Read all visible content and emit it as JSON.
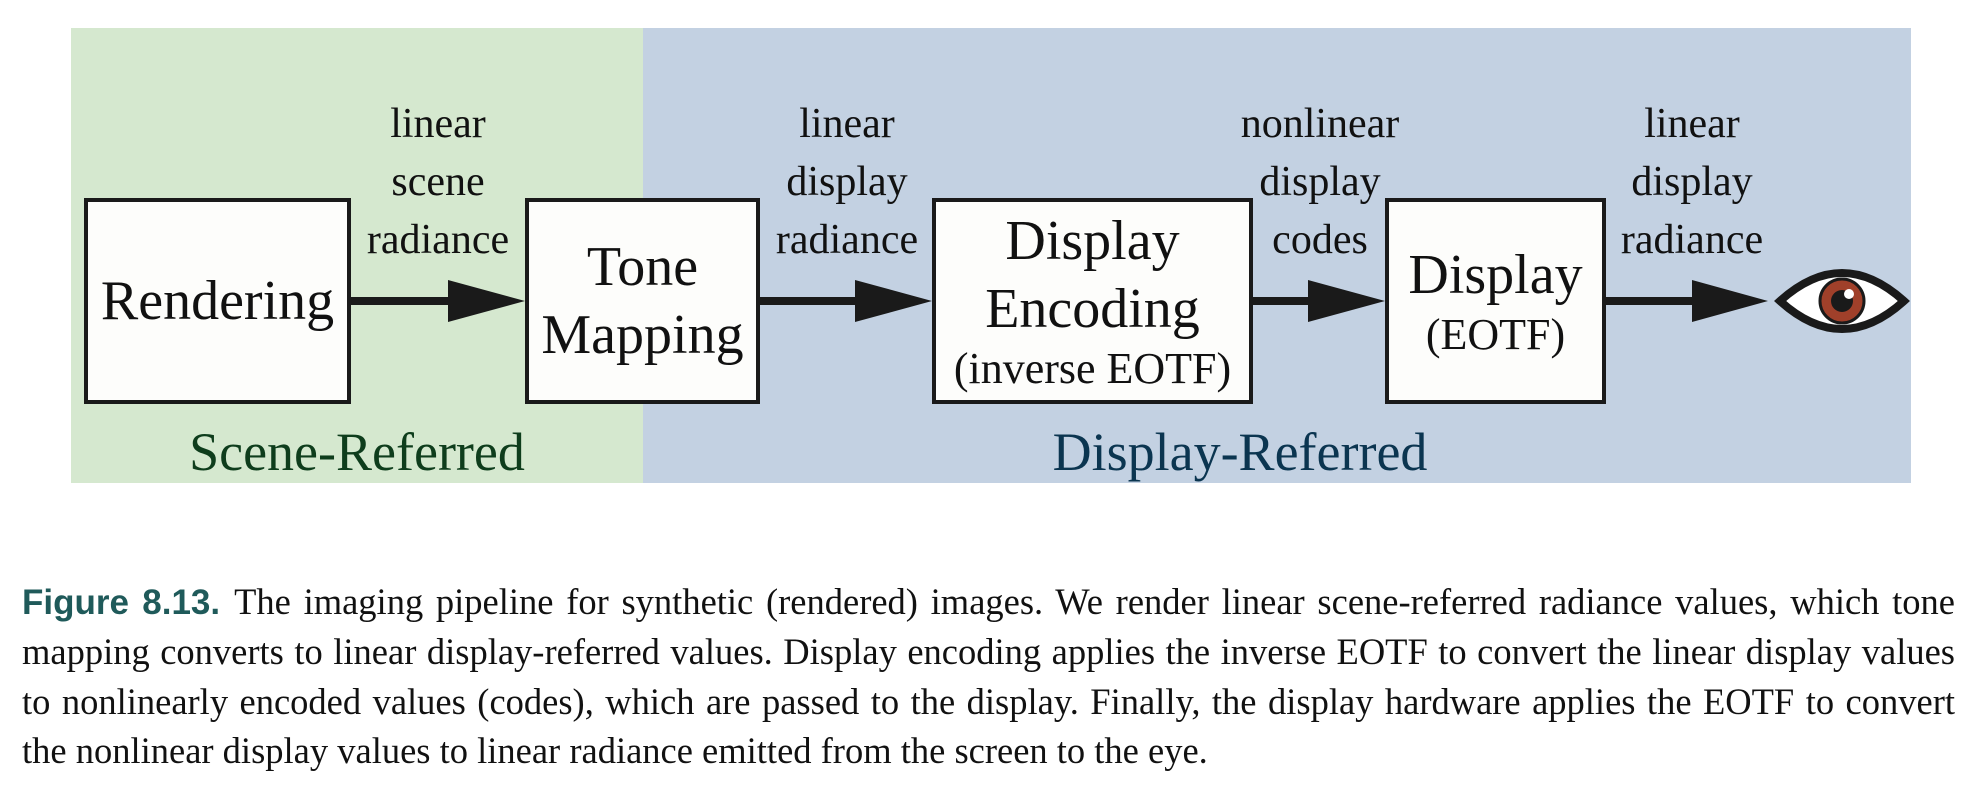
{
  "diagram": {
    "regions": {
      "scene": "Scene-Referred",
      "display": "Display-Referred"
    },
    "boxes": {
      "rendering": {
        "title": "Rendering"
      },
      "tone_mapping": {
        "title_1": "Tone",
        "title_2": "Mapping"
      },
      "display_encoding": {
        "title_1": "Display",
        "title_2": "Encoding",
        "sub": "(inverse EOTF)"
      },
      "display": {
        "title": "Display",
        "sub": "(EOTF)"
      }
    },
    "edges": [
      {
        "lines": [
          "linear",
          "scene",
          "radiance"
        ]
      },
      {
        "lines": [
          "linear",
          "display",
          "radiance"
        ]
      },
      {
        "lines": [
          "nonlinear",
          "display",
          "codes"
        ]
      },
      {
        "lines": [
          "linear",
          "display",
          "radiance"
        ]
      }
    ],
    "colors": {
      "scene_region": "#d5e8cf",
      "display_region": "#c3d1e2",
      "scene_label": "#0e3d1c",
      "display_label": "#0b3550",
      "eye_iris": "#a0402a"
    },
    "end_icon": "eye-icon"
  },
  "caption": {
    "label": "Figure 8.13.",
    "text": "The imaging pipeline for synthetic (rendered) images. We render linear scene-referred radiance values, which tone mapping converts to linear display-referred values. Display encoding applies the inverse EOTF to convert the linear display values to nonlinearly encoded values (codes), which are passed to the display. Finally, the display hardware applies the EOTF to convert the nonlinear display values to linear radiance emitted from the screen to the eye."
  }
}
